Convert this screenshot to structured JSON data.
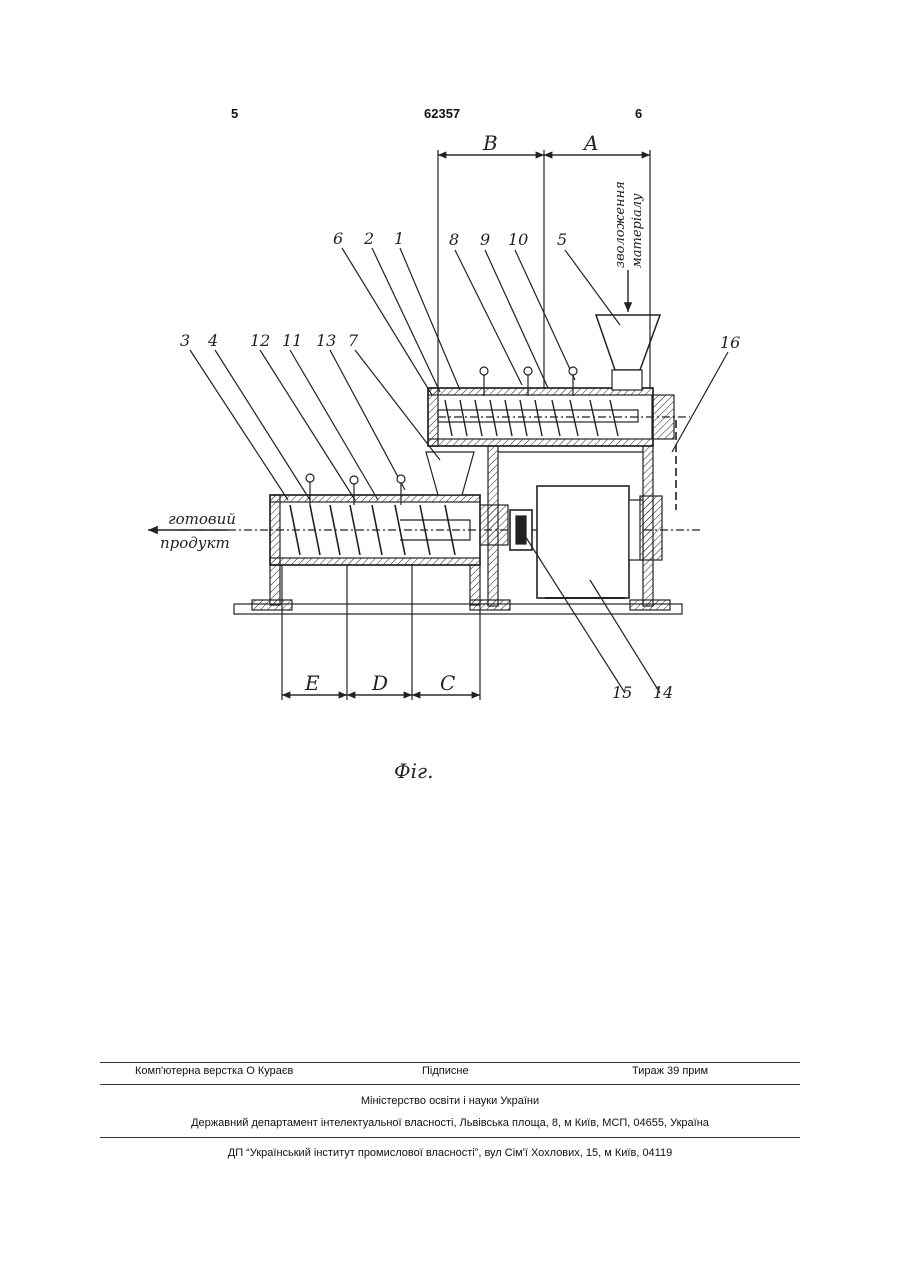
{
  "header": {
    "page_left": "5",
    "patent_number": "62357",
    "page_right": "6"
  },
  "figure": {
    "zones": [
      "B",
      "A",
      "E",
      "D",
      "C"
    ],
    "parts": [
      "6",
      "2",
      "1",
      "8",
      "9",
      "10",
      "5",
      "3",
      "4",
      "12",
      "11",
      "13",
      "7",
      "16",
      "15",
      "14"
    ],
    "feed_label_1": "зволоження",
    "feed_label_2": "матеріалу",
    "product_label_1": "готовий",
    "product_label_2": "продукт",
    "caption": "Фіг."
  },
  "footer": {
    "typeset": "Комп'ютерна верстка О  Кураєв",
    "signed": "Підписне",
    "copies": "Тираж 39 прим",
    "ministry": "Міністерство освіти і науки України",
    "department": "Державний департамент інтелектуальної власності, Львівська площа, 8, м  Київ, МСП, 04655, Україна",
    "institute": "ДП “Український інститут промислової власності”, вул  Сім'ї Хохлових, 15, м  Київ, 04119"
  }
}
